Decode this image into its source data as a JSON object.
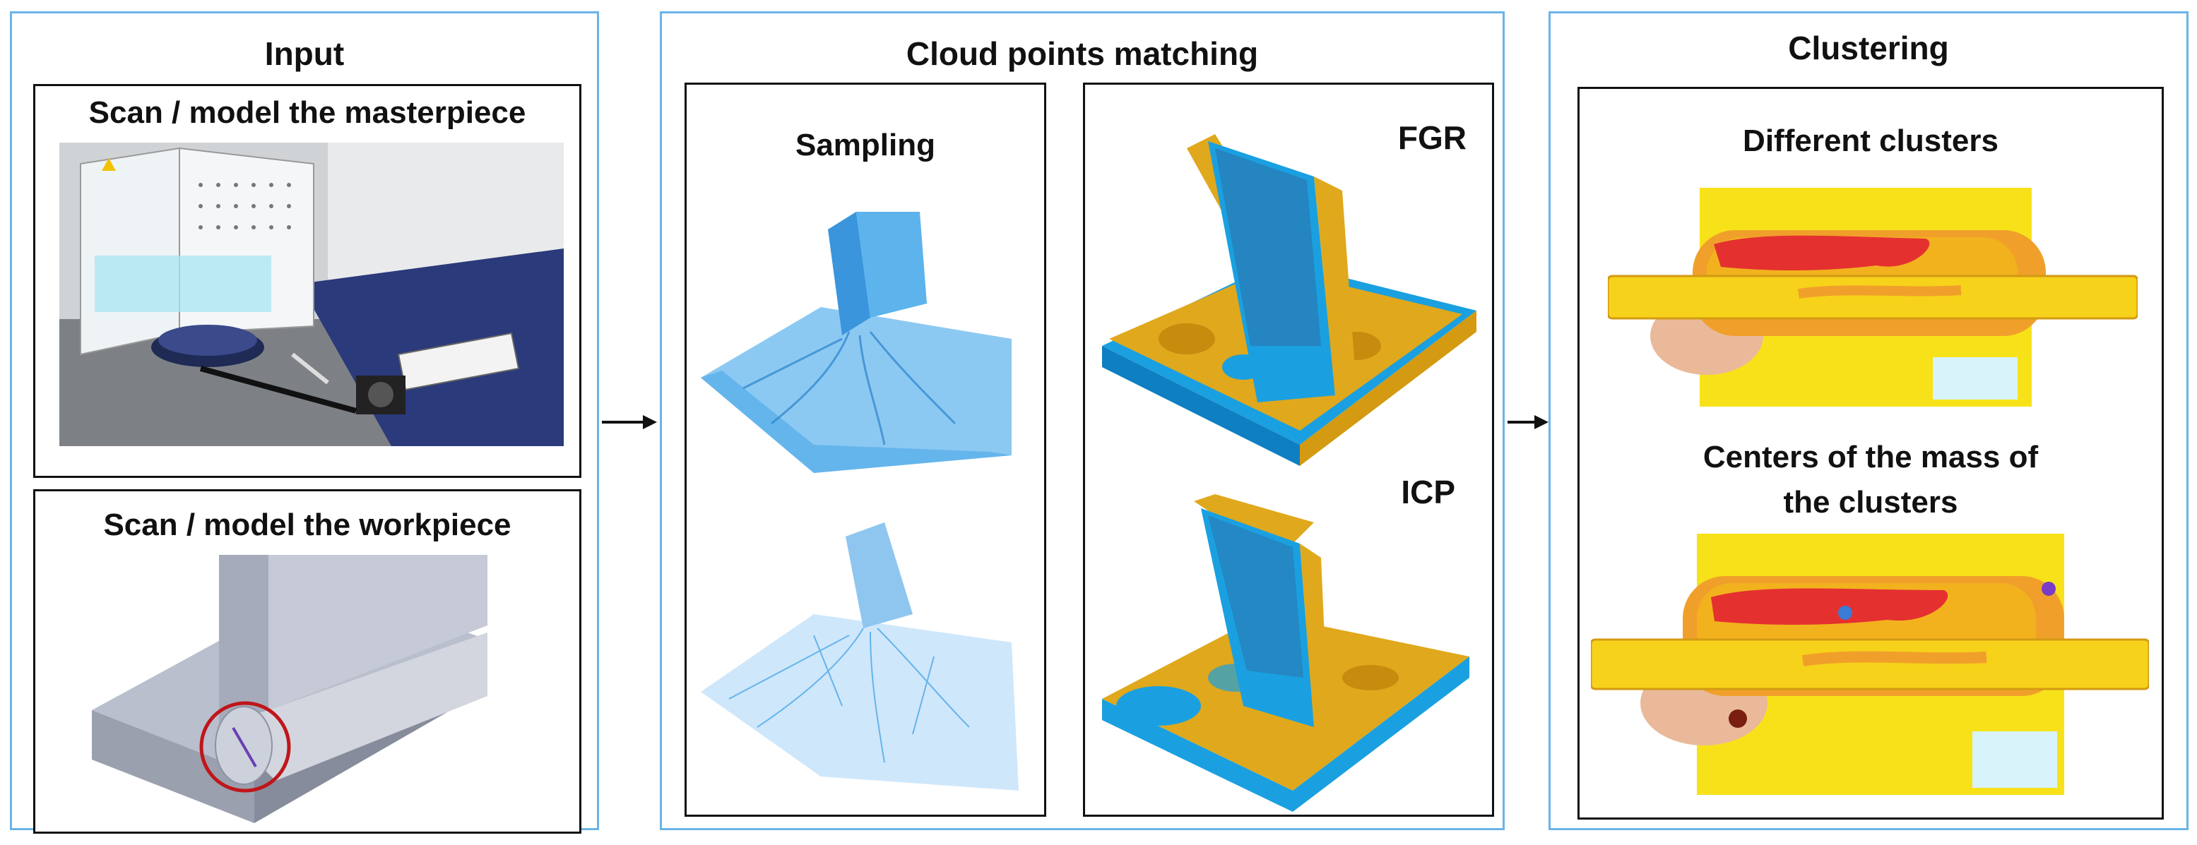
{
  "input": {
    "title": "Input",
    "masterpiece_label": "Scan / model the masterpiece",
    "workpiece_label": "Scan / model the workpiece"
  },
  "matching": {
    "title": "Cloud points matching",
    "sampling_label": "Sampling",
    "fgr_label": "FGR",
    "icp_label": "ICP"
  },
  "clustering": {
    "title": "Clustering",
    "clusters_label": "Different clusters",
    "centers_label_line1": "Centers of the mass of",
    "centers_label_line2": "the clusters"
  },
  "colors": {
    "panel_border": "#6ab4e8",
    "point_cloud_blue": "#4aa8e8",
    "weld_gold": "#e0a81c",
    "cluster_yellow": "#f7e21a",
    "cluster_red": "#e53030",
    "cluster_orange": "#f0a02a",
    "cluster_peach": "#e9b99a"
  }
}
